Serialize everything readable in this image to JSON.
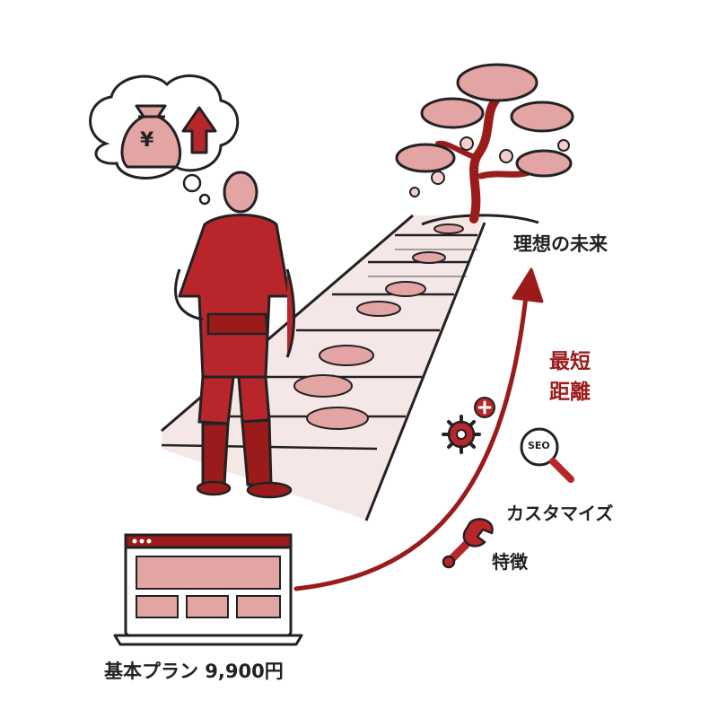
{
  "labels": {
    "ideal_future": "理想の未来",
    "shortest_line1": "最短",
    "shortest_line2": "距離",
    "customize": "カスタマイズ",
    "features": "特徴",
    "basic_plan": "基本プラン 9,900円"
  },
  "icons": {
    "money_bag": "money-bag-icon",
    "up_arrow": "up-arrow-icon",
    "gear_plus": "gear-plus-icon",
    "seo_magnifier": "seo-magnifier-icon",
    "wrench": "wrench-icon",
    "laptop": "laptop-icon",
    "bonsai": "bonsai-tree-icon"
  },
  "icon_text": {
    "yen": "¥",
    "seo": "SEO"
  },
  "colors": {
    "dark_red": "#9b1b1b",
    "mid_red": "#b8262b",
    "pink": "#e3a4a4",
    "light_pink": "#f2cfcf",
    "ink": "#222222"
  }
}
